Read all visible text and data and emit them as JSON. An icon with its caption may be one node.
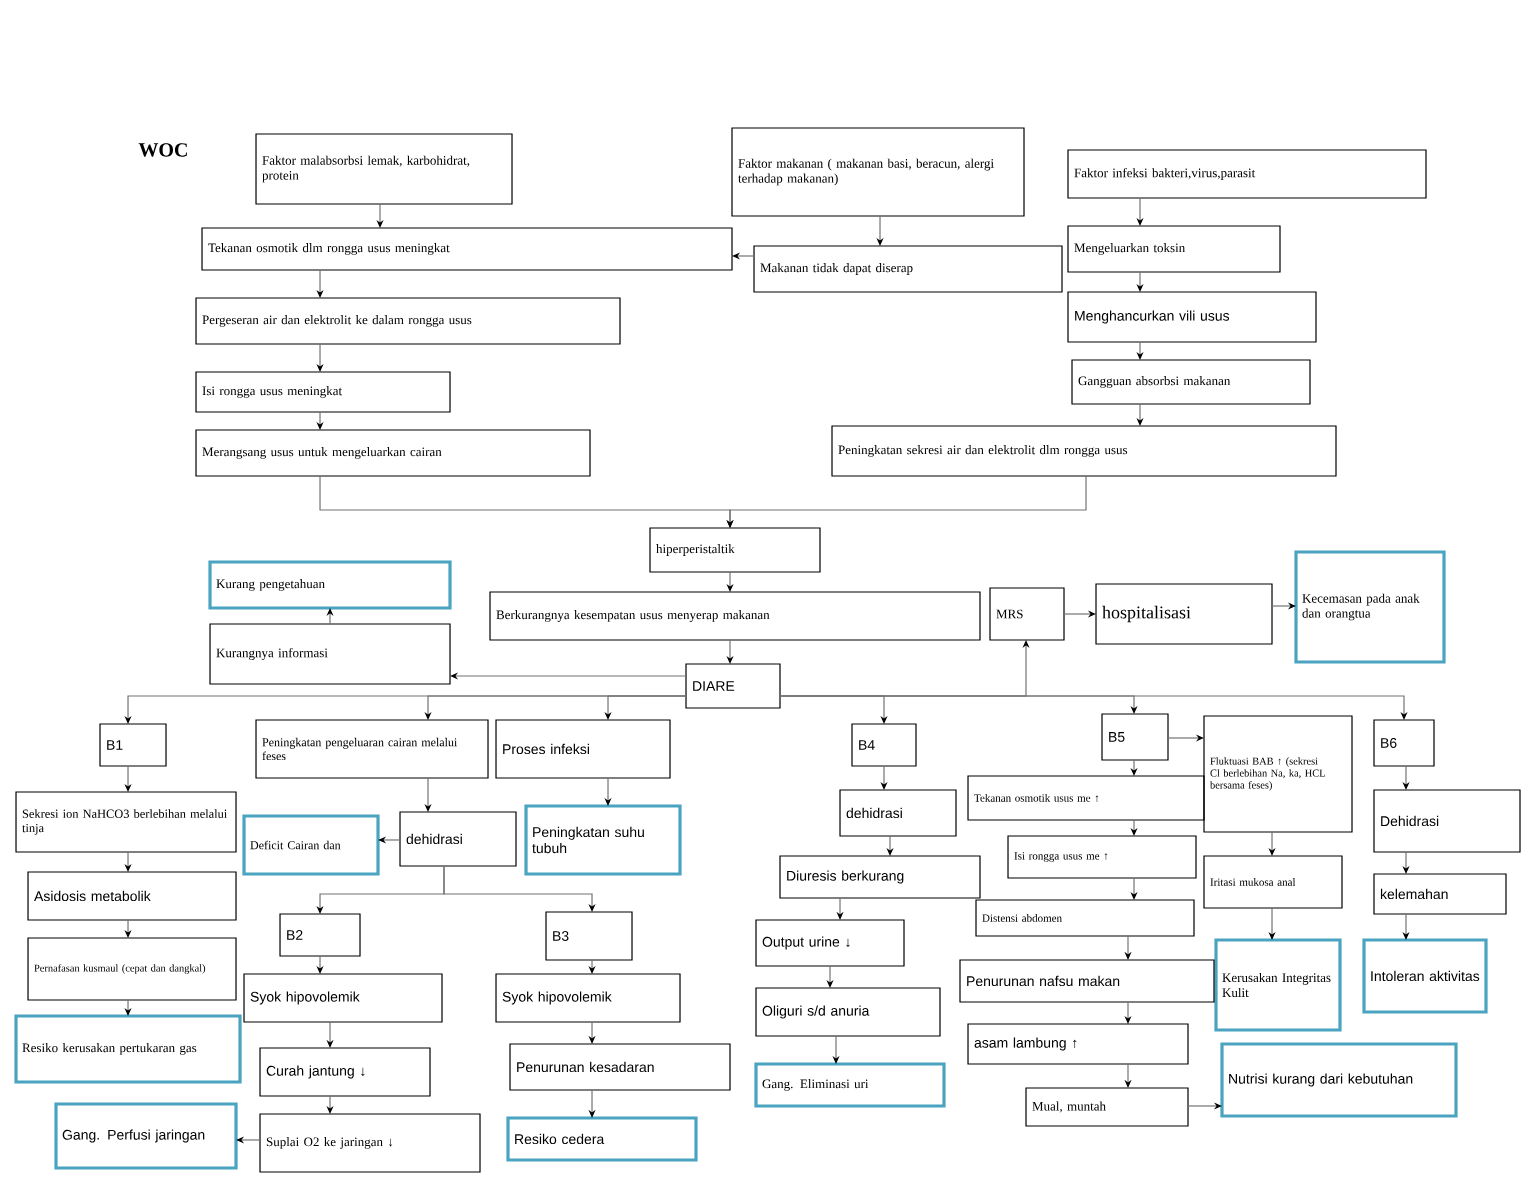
{
  "diagram": {
    "title": "WOC",
    "nodes": [
      {
        "text": [
          "Faktor malabsorbsi lemak, karbohidrat, protein"
        ]
      },
      {
        "text": [
          "Faktor makanan ( makanan basi, beracun, alergi terhadap makanan)"
        ]
      },
      {
        "text": [
          "Faktor infeksi bakteri,virus,parasit"
        ]
      },
      {
        "text": [
          "Tekanan osmotik  dlm rongga usus meningkat"
        ]
      },
      {
        "text": [
          "Makanan tidak dapat diserap"
        ]
      },
      {
        "text": [
          "Mengeluarkan toksin"
        ]
      },
      {
        "text": [
          "Pergeseran air dan elektrolit ke dalam rongga usus"
        ]
      },
      {
        "text": [
          "Menghancurkan vili usus"
        ]
      },
      {
        "text": [
          "Isi rongga usus meningkat"
        ]
      },
      {
        "text": [
          "Gangguan absorbsi makanan"
        ]
      },
      {
        "text": [
          "Merangsang usus untuk mengeluarkan cairan"
        ]
      },
      {
        "text": [
          "Peningkatan sekresi air dan elektrolit dlm rongga usus"
        ]
      },
      {
        "text": [
          "hiperperistaltik"
        ]
      },
      {
        "text": [
          "Kurang pengetahuan"
        ]
      },
      {
        "text": [
          "Berkurangnya kesempatan usus menyerap makanan"
        ]
      },
      {
        "text": [
          "MRS"
        ]
      },
      {
        "text": [
          "hospitalisasi"
        ]
      },
      {
        "text": [
          "Kecemasan pada anak dan orangtua"
        ]
      },
      {
        "text": [
          "Kurangnya informasi"
        ]
      },
      {
        "text": [
          "DIARE"
        ]
      },
      {
        "text": [
          "B1"
        ]
      },
      {
        "text": [
          "Peningkatan pengeluaran cairan melalui feses"
        ]
      },
      {
        "text": [
          "Proses infeksi"
        ]
      },
      {
        "text": [
          "B4"
        ]
      },
      {
        "text": [
          "B5"
        ]
      },
      {
        "text": [
          "Fluktuasi BAB ↑ (sekresi Cl berlebihan Na, ka, HCL bersama feses)"
        ]
      },
      {
        "text": [
          "B6"
        ]
      },
      {
        "text": [
          "Sekresi ion NaHCO3 berlebihan melalui tinja"
        ]
      },
      {
        "text": [
          "dehidrasi"
        ]
      },
      {
        "text": [
          "Deficit Cairan dan"
        ]
      },
      {
        "text": [
          "Peningkatan suhu tubuh"
        ]
      },
      {
        "text": [
          "Tekanan osmotik usus me ↑"
        ]
      },
      {
        "text": [
          "dehidrasi"
        ]
      },
      {
        "text": [
          "Dehidrasi"
        ]
      },
      {
        "text": [
          "Isi rongga usus me ↑"
        ]
      },
      {
        "text": [
          "Iritasi mukosa anal"
        ]
      },
      {
        "text": [
          "Diuresis berkurang"
        ]
      },
      {
        "text": [
          "Asidosis metabolik"
        ]
      },
      {
        "text": [
          "kelemahan"
        ]
      },
      {
        "text": [
          "Distensi abdomen"
        ]
      },
      {
        "text": [
          "B2"
        ]
      },
      {
        "text": [
          "B3"
        ]
      },
      {
        "text": [
          "Output urine ↓"
        ]
      },
      {
        "text": [
          "Pernafasan kusmaul (cepat dan dangkal)"
        ]
      },
      {
        "text": [
          "Kerusakan Integritas Kulit"
        ]
      },
      {
        "text": [
          "Intoleran aktivitas"
        ]
      },
      {
        "text": [
          "Penurunan nafsu makan"
        ]
      },
      {
        "text": [
          "Syok hipovolemik"
        ]
      },
      {
        "text": [
          "Syok hipovolemik"
        ]
      },
      {
        "text": [
          "Oliguri s/d anuria"
        ]
      },
      {
        "text": [
          "Resiko kerusakan pertukaran gas"
        ]
      },
      {
        "text": [
          "asam lambung ↑"
        ]
      },
      {
        "text": [
          "Curah jantung ↓"
        ]
      },
      {
        "text": [
          "Penurunan kesadaran"
        ]
      },
      {
        "text": [
          "Gang. Eliminasi uri"
        ]
      },
      {
        "text": [
          "Nutrisi kurang dari kebutuhan"
        ]
      },
      {
        "text": [
          "Mual, muntah"
        ]
      },
      {
        "text": [
          "Suplai O2 ke jaringan ↓"
        ]
      },
      {
        "text": [
          "Gang. Perfusi jaringan"
        ]
      },
      {
        "text": [
          "Resiko cedera"
        ]
      }
    ],
    "edges": [
      {
        "from": 0,
        "to": 3,
        "arrow": "to"
      },
      {
        "from": 1,
        "to": 4,
        "arrow": "to"
      },
      {
        "from": 4,
        "to": 3,
        "arrow": "to"
      },
      {
        "from": 2,
        "to": 5,
        "arrow": "to"
      },
      {
        "from": 5,
        "to": 7,
        "arrow": "to"
      },
      {
        "from": 7,
        "to": 9,
        "arrow": "to"
      },
      {
        "from": 9,
        "to": 11,
        "arrow": "to"
      },
      {
        "from": 3,
        "to": 6,
        "arrow": "to"
      },
      {
        "from": 6,
        "to": 8,
        "arrow": "to"
      },
      {
        "from": 8,
        "to": 10,
        "arrow": "to"
      },
      {
        "from": 10,
        "to": 12,
        "arrow": "to"
      },
      {
        "from": 11,
        "to": 12,
        "arrow": "to"
      },
      {
        "from": 12,
        "to": 14,
        "arrow": "to"
      },
      {
        "from": 14,
        "to": 19,
        "arrow": "to"
      },
      {
        "from": 19,
        "to": 18,
        "arrow": "to"
      },
      {
        "from": 18,
        "to": 13,
        "arrow": "to"
      },
      {
        "from": 19,
        "to": 15,
        "arrow": "to"
      },
      {
        "from": 15,
        "to": 16,
        "arrow": "to"
      },
      {
        "from": 16,
        "to": 17,
        "arrow": "to"
      },
      {
        "from": 19,
        "to": 20,
        "arrow": "to"
      },
      {
        "from": 19,
        "to": 21,
        "arrow": "to"
      },
      {
        "from": 19,
        "to": 22,
        "arrow": "to"
      },
      {
        "from": 19,
        "to": 23,
        "arrow": "to"
      },
      {
        "from": 19,
        "to": 24,
        "arrow": "to"
      },
      {
        "from": 19,
        "to": 26,
        "arrow": "to"
      },
      {
        "from": 20,
        "to": 27,
        "arrow": "to"
      },
      {
        "from": 27,
        "to": 37,
        "arrow": "to"
      },
      {
        "from": 37,
        "to": 43,
        "arrow": "to"
      },
      {
        "from": 43,
        "to": 50,
        "arrow": "to"
      },
      {
        "from": 21,
        "to": 28,
        "arrow": "to"
      },
      {
        "from": 28,
        "to": 29,
        "arrow": "to"
      },
      {
        "from": 28,
        "to": 40,
        "arrow": "to"
      },
      {
        "from": 28,
        "to": 41,
        "arrow": "to"
      },
      {
        "from": 40,
        "to": 47,
        "arrow": "to"
      },
      {
        "from": 47,
        "to": 52,
        "arrow": "to"
      },
      {
        "from": 52,
        "to": 57,
        "arrow": "to"
      },
      {
        "from": 57,
        "to": 58,
        "arrow": "to"
      },
      {
        "from": 22,
        "to": 30,
        "arrow": "to"
      },
      {
        "from": 41,
        "to": 48,
        "arrow": "to"
      },
      {
        "from": 48,
        "to": 53,
        "arrow": "to"
      },
      {
        "from": 53,
        "to": 59,
        "arrow": "to"
      },
      {
        "from": 23,
        "to": 32,
        "arrow": "to"
      },
      {
        "from": 32,
        "to": 36,
        "arrow": "to"
      },
      {
        "from": 36,
        "to": 42,
        "arrow": "to"
      },
      {
        "from": 42,
        "to": 49,
        "arrow": "to"
      },
      {
        "from": 49,
        "to": 54,
        "arrow": "to"
      },
      {
        "from": 24,
        "to": 25,
        "arrow": "to"
      },
      {
        "from": 24,
        "to": 31,
        "arrow": "to"
      },
      {
        "from": 31,
        "to": 34,
        "arrow": "to"
      },
      {
        "from": 34,
        "to": 39,
        "arrow": "to"
      },
      {
        "from": 39,
        "to": 46,
        "arrow": "to"
      },
      {
        "from": 46,
        "to": 51,
        "arrow": "to"
      },
      {
        "from": 51,
        "to": 56,
        "arrow": "to"
      },
      {
        "from": 56,
        "to": 55,
        "arrow": "to"
      },
      {
        "from": 25,
        "to": 35,
        "arrow": "to"
      },
      {
        "from": 35,
        "to": 44,
        "arrow": "to"
      },
      {
        "from": 26,
        "to": 33,
        "arrow": "to"
      },
      {
        "from": 33,
        "to": 38,
        "arrow": "to"
      },
      {
        "from": 38,
        "to": 45,
        "arrow": "to"
      }
    ]
  }
}
